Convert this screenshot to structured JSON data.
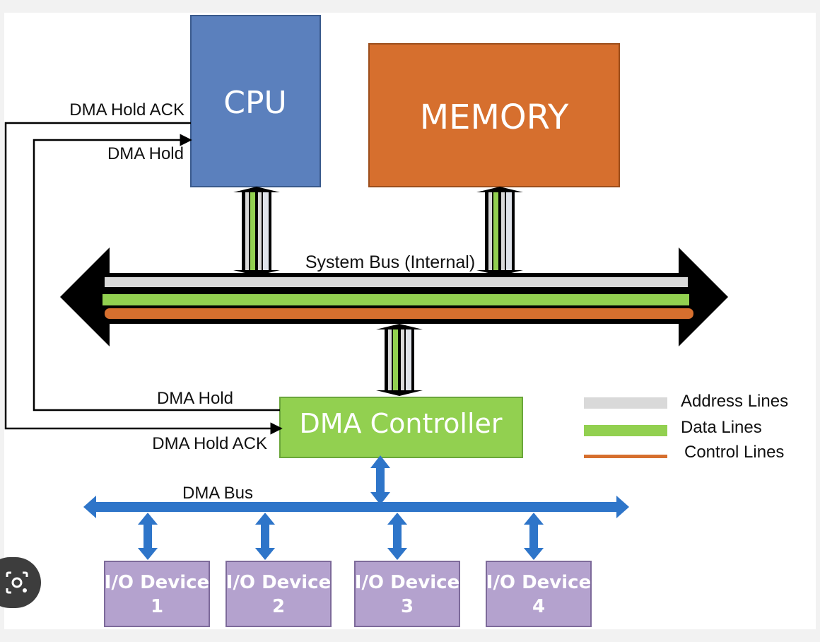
{
  "colors": {
    "cpu": "#5b80bd",
    "memory": "#d66f2e",
    "dma_controller": "#92d050",
    "io_device": "#b4a2ce",
    "address_line": "#d9d9d9",
    "data_line": "#92d050",
    "control_line": "#d66f2e",
    "dma_bus": "#2e75c9",
    "system_bus": "#000000",
    "background": "#ffffff"
  },
  "boxes": {
    "cpu": "CPU",
    "memory": "MEMORY",
    "dma_controller": "DMA Controller"
  },
  "system_bus_label": "System Bus (Internal)",
  "dma_bus_label": "DMA Bus",
  "signals": {
    "cpu_hold_ack": "DMA Hold ACK",
    "cpu_hold": "DMA Hold",
    "dmac_hold": "DMA Hold",
    "dmac_hold_ack": "DMA Hold ACK"
  },
  "io_devices": [
    {
      "line1": "I/O Device",
      "line2": "1"
    },
    {
      "line1": "I/O Device",
      "line2": "2"
    },
    {
      "line1": "I/O Device",
      "line2": "3"
    },
    {
      "line1": "I/O Device",
      "line2": "4"
    }
  ],
  "legend": [
    {
      "label": "Address Lines",
      "color": "#d9d9d9"
    },
    {
      "label": "Data Lines",
      "color": "#92d050"
    },
    {
      "label": "Control Lines",
      "color": "#d66f2e"
    }
  ],
  "overlay_icon": "lens-camera-icon"
}
